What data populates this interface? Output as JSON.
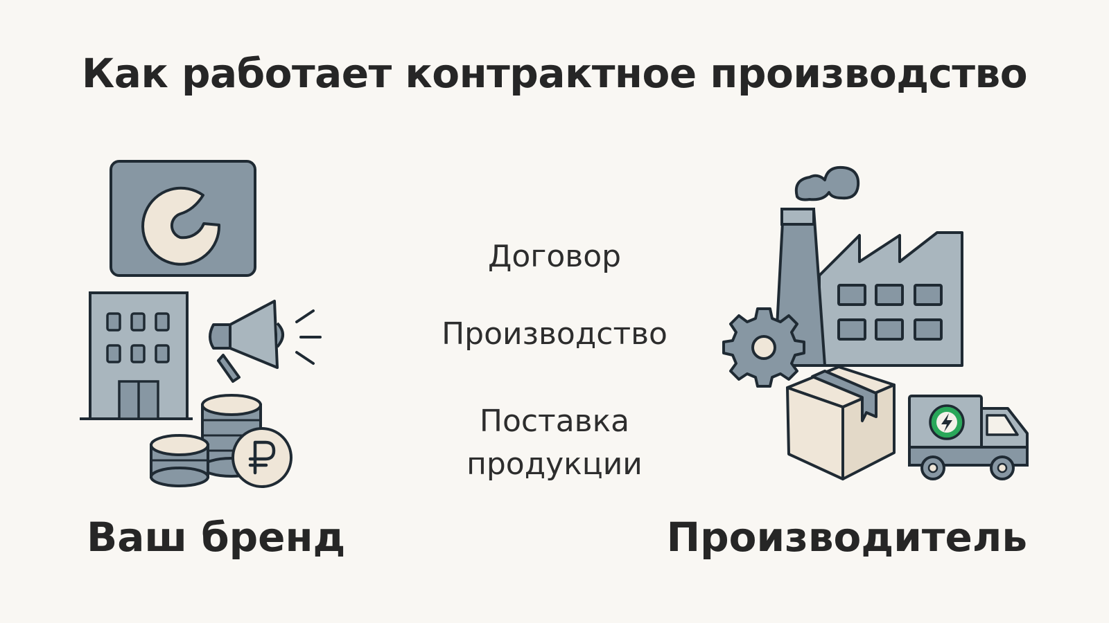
{
  "title": "Как работает контрактное производство",
  "steps": [
    {
      "label": "Договор"
    },
    {
      "label": "Производство"
    },
    {
      "label": "Поставка\nпродукции"
    }
  ],
  "parties": {
    "left": "Ваш бренд",
    "right": "Производитель"
  },
  "colors": {
    "background": "#f9f7f3",
    "slate": "#8797a3",
    "slate_light": "#a9b6be",
    "cream": "#efe6d8",
    "outline": "#1f2a33",
    "accent_green": "#2aa75a"
  },
  "icons": {
    "left": [
      "brand-logo-icon",
      "office-building-icon",
      "megaphone-icon",
      "coin-stack-icon",
      "ruble-coin-icon"
    ],
    "right": [
      "factory-icon",
      "gear-icon",
      "cardboard-box-icon",
      "delivery-truck-icon",
      "lightning-icon"
    ]
  }
}
